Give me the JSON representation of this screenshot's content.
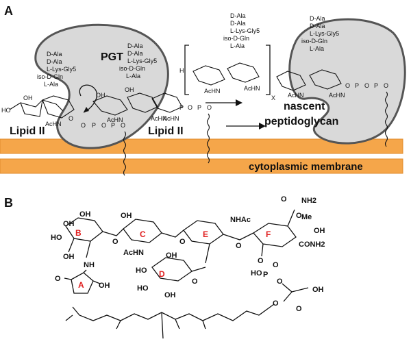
{
  "panels": {
    "a": "A",
    "b": "B"
  },
  "panel_a": {
    "enzyme_label": "PGT",
    "lipid_label_left": "Lipid II",
    "lipid_label_right": "Lipid II",
    "product_label_line1": "nascent",
    "product_label_line2": "peptidoglycan",
    "membrane_label": "cytoplasmic membrane",
    "repeat_subscript": "X",
    "h_label": "H",
    "ring_labels": [
      "AcHN",
      "HO",
      "OH",
      "O"
    ],
    "phosphate": {
      "p": "P",
      "o": "O",
      "o_minus": "O-"
    },
    "stem_peptide_1": [
      "D-Ala",
      "D-Ala",
      "L-Lys-Gly5",
      "iso-D-Gln",
      "L-Ala"
    ],
    "stem_peptide_2": [
      "D-Ala",
      "D-Ala",
      "L-Lys-Gly5",
      "iso-D-Gln",
      "L-Ala"
    ],
    "stem_peptide_3": [
      "D-Ala",
      "D-Ala",
      "L-Lys-Gly5",
      "iso-D-Gln",
      "L-Ala"
    ],
    "stem_peptide_4": [
      "D-Ala",
      "D-Ala",
      "L-Lys-Gly5",
      "iso-D-Gln",
      "L-Ala"
    ]
  },
  "panel_b": {
    "ring_letters": [
      "A",
      "B",
      "C",
      "D",
      "E",
      "F"
    ],
    "groups": {
      "nh2_top": "NH2",
      "o": "O",
      "me": "Me",
      "nhac": "NHAc",
      "conh2": "CONH2",
      "achn": "AcHN",
      "oh": "OH",
      "ho": "HO",
      "nh": "NH",
      "p": "P",
      "cooh": "OH"
    }
  },
  "colors": {
    "membrane": "#f5a64a",
    "membrane_edge": "#e08a2a",
    "enzyme_fill": "#d9d9d9",
    "enzyme_edge": "#555555",
    "ring_letter": "#e02020"
  }
}
